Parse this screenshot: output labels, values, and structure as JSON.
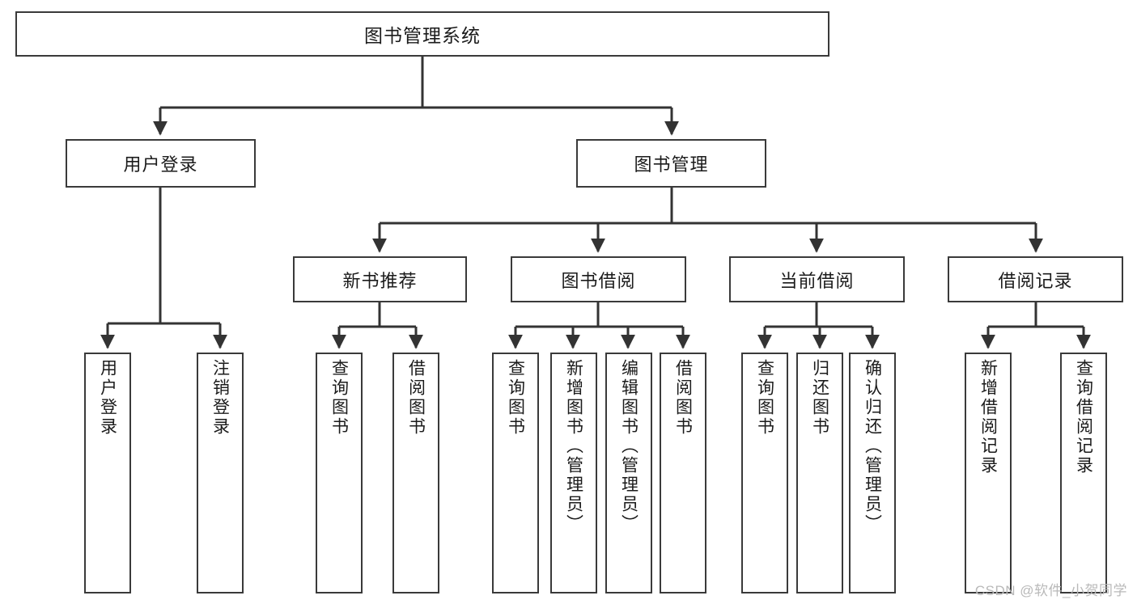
{
  "diagram": {
    "title": "图书管理系统",
    "type": "tree-hierarchy-chart",
    "watermark": "CSDN @软件_小贺同学",
    "colors": {
      "box_border": "#3a3a3a",
      "box_fill": "#ffffff",
      "connector": "#333333",
      "text": "#1b1b1b",
      "watermark": "#b9b9b9"
    },
    "nodes": {
      "root": {
        "label": "图书管理系统"
      },
      "level2": [
        {
          "label": "用户登录"
        },
        {
          "label": "图书管理"
        }
      ],
      "level3": [
        {
          "label": "新书推荐"
        },
        {
          "label": "图书借阅"
        },
        {
          "label": "当前借阅"
        },
        {
          "label": "借阅记录"
        }
      ],
      "leaves": {
        "user_login": [
          {
            "label": "用户登录"
          },
          {
            "label": "注销登录"
          }
        ],
        "new_book_recommend": [
          {
            "label": "查询图书"
          },
          {
            "label": "借阅图书"
          }
        ],
        "book_borrow": [
          {
            "label": "查询图书"
          },
          {
            "label": "新增图书（管理员）"
          },
          {
            "label": "编辑图书（管理员）"
          },
          {
            "label": "借阅图书"
          }
        ],
        "current_borrow": [
          {
            "label": "查询图书"
          },
          {
            "label": "归还图书"
          },
          {
            "label": "确认归还（管理员）"
          }
        ],
        "borrow_record": [
          {
            "label": "新增借阅记录"
          },
          {
            "label": "查询借阅记录"
          }
        ]
      }
    }
  }
}
